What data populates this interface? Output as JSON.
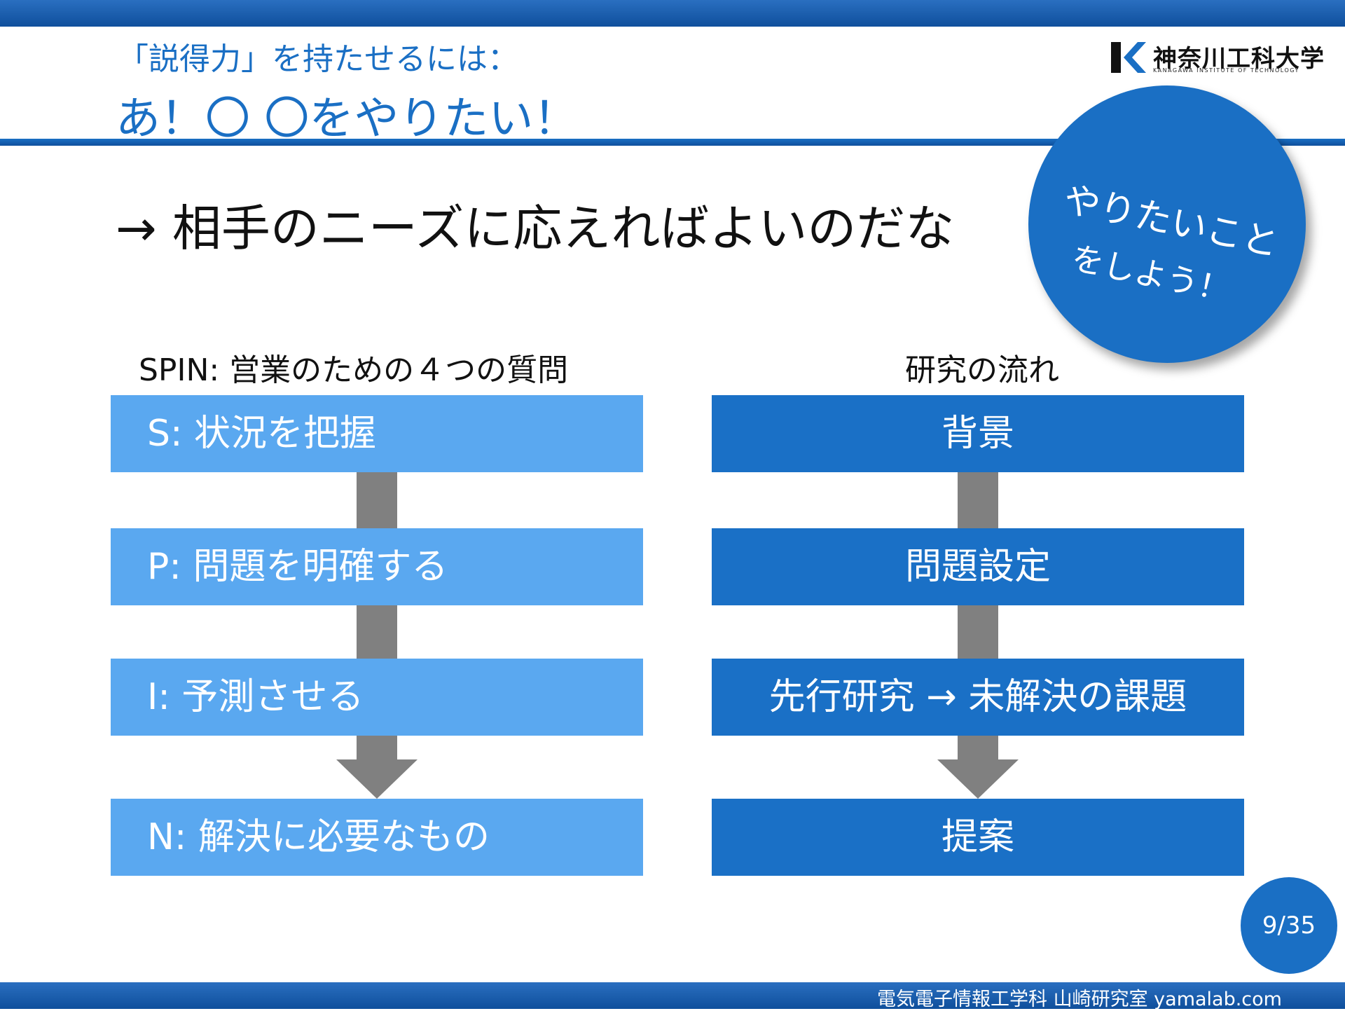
{
  "slide": {
    "subtitle": "「説得力」を持たせるには：",
    "title": "あ！〇 〇をやりたい！",
    "main_point": "→ 相手のニーズに応えればよいのだな",
    "badge": {
      "line1": "やりたいこと",
      "line2": "をしよう！"
    },
    "logo": {
      "name": "神奈川工科大学",
      "subtitle": "KANAGAWA INSTITUTE OF TECHNOLOGY"
    },
    "left_column": {
      "heading": "SPIN: 営業のための４つの質問",
      "steps": [
        "S: 状況を把握",
        "P: 問題を明確する",
        "I: 予測させる",
        "N: 解決に必要なもの"
      ]
    },
    "right_column": {
      "heading": "研究の流れ",
      "steps": [
        "背景",
        "問題設定",
        "先行研究 → 未解決の課題",
        "提案"
      ]
    },
    "page_number": "9/35",
    "footer": "電気電子情報工学科 山崎研究室 yamalab.com"
  },
  "colors": {
    "brand_blue": "#1a6fc4",
    "light_box": "#5aa8f0",
    "dark_box": "#1a70c6",
    "connector_gray": "#808080"
  }
}
